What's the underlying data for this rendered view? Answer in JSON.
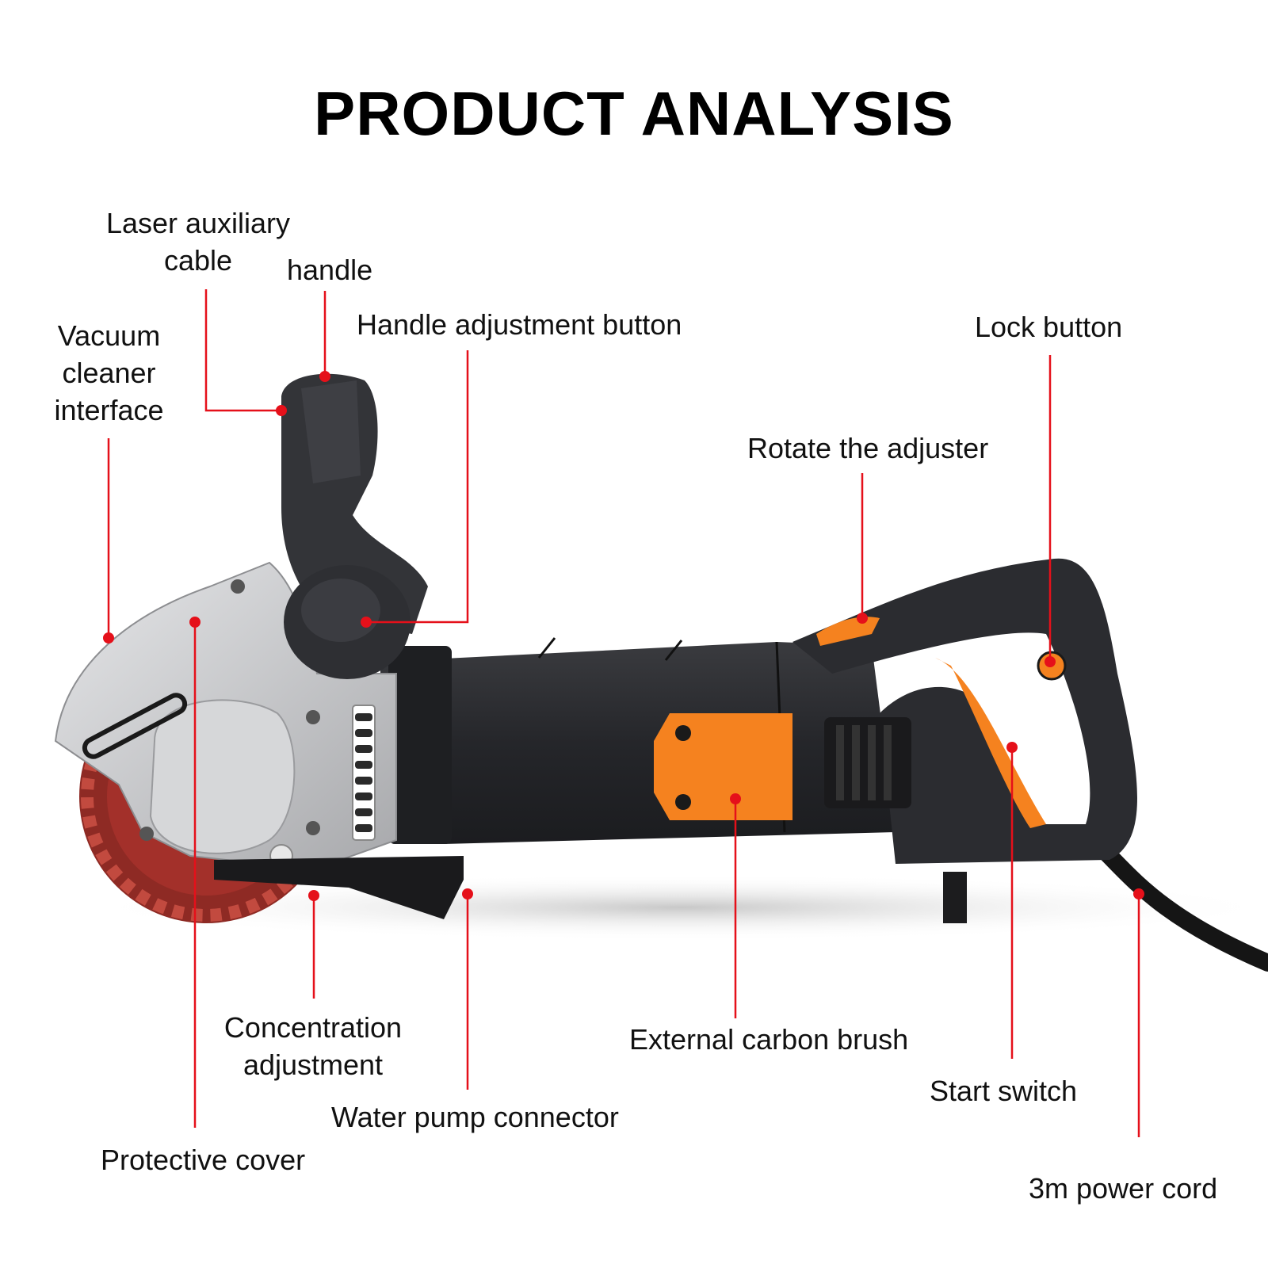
{
  "title": "PRODUCT ANALYSIS",
  "colors": {
    "leader_line": "#e5101a",
    "body_dark": "#2a2b2e",
    "accent_orange": "#f5821f",
    "aluminium": "#c9cacc",
    "blade_red": "#a3302a"
  },
  "labels": {
    "laser_auxiliary_cable": [
      "Laser auxiliary",
      "cable"
    ],
    "handle": "handle",
    "vacuum_cleaner_interface": [
      "Vacuum",
      "cleaner",
      "interface"
    ],
    "handle_adjustment_button": "Handle adjustment button",
    "lock_button": "Lock button",
    "rotate_the_adjuster": "Rotate the adjuster",
    "concentration_adjustment": [
      "Concentration",
      "adjustment"
    ],
    "water_pump_connector": "Water pump connector",
    "protective_cover": "Protective cover",
    "external_carbon_brush": "External carbon brush",
    "start_switch": "Start switch",
    "power_cord": "3m power cord"
  }
}
